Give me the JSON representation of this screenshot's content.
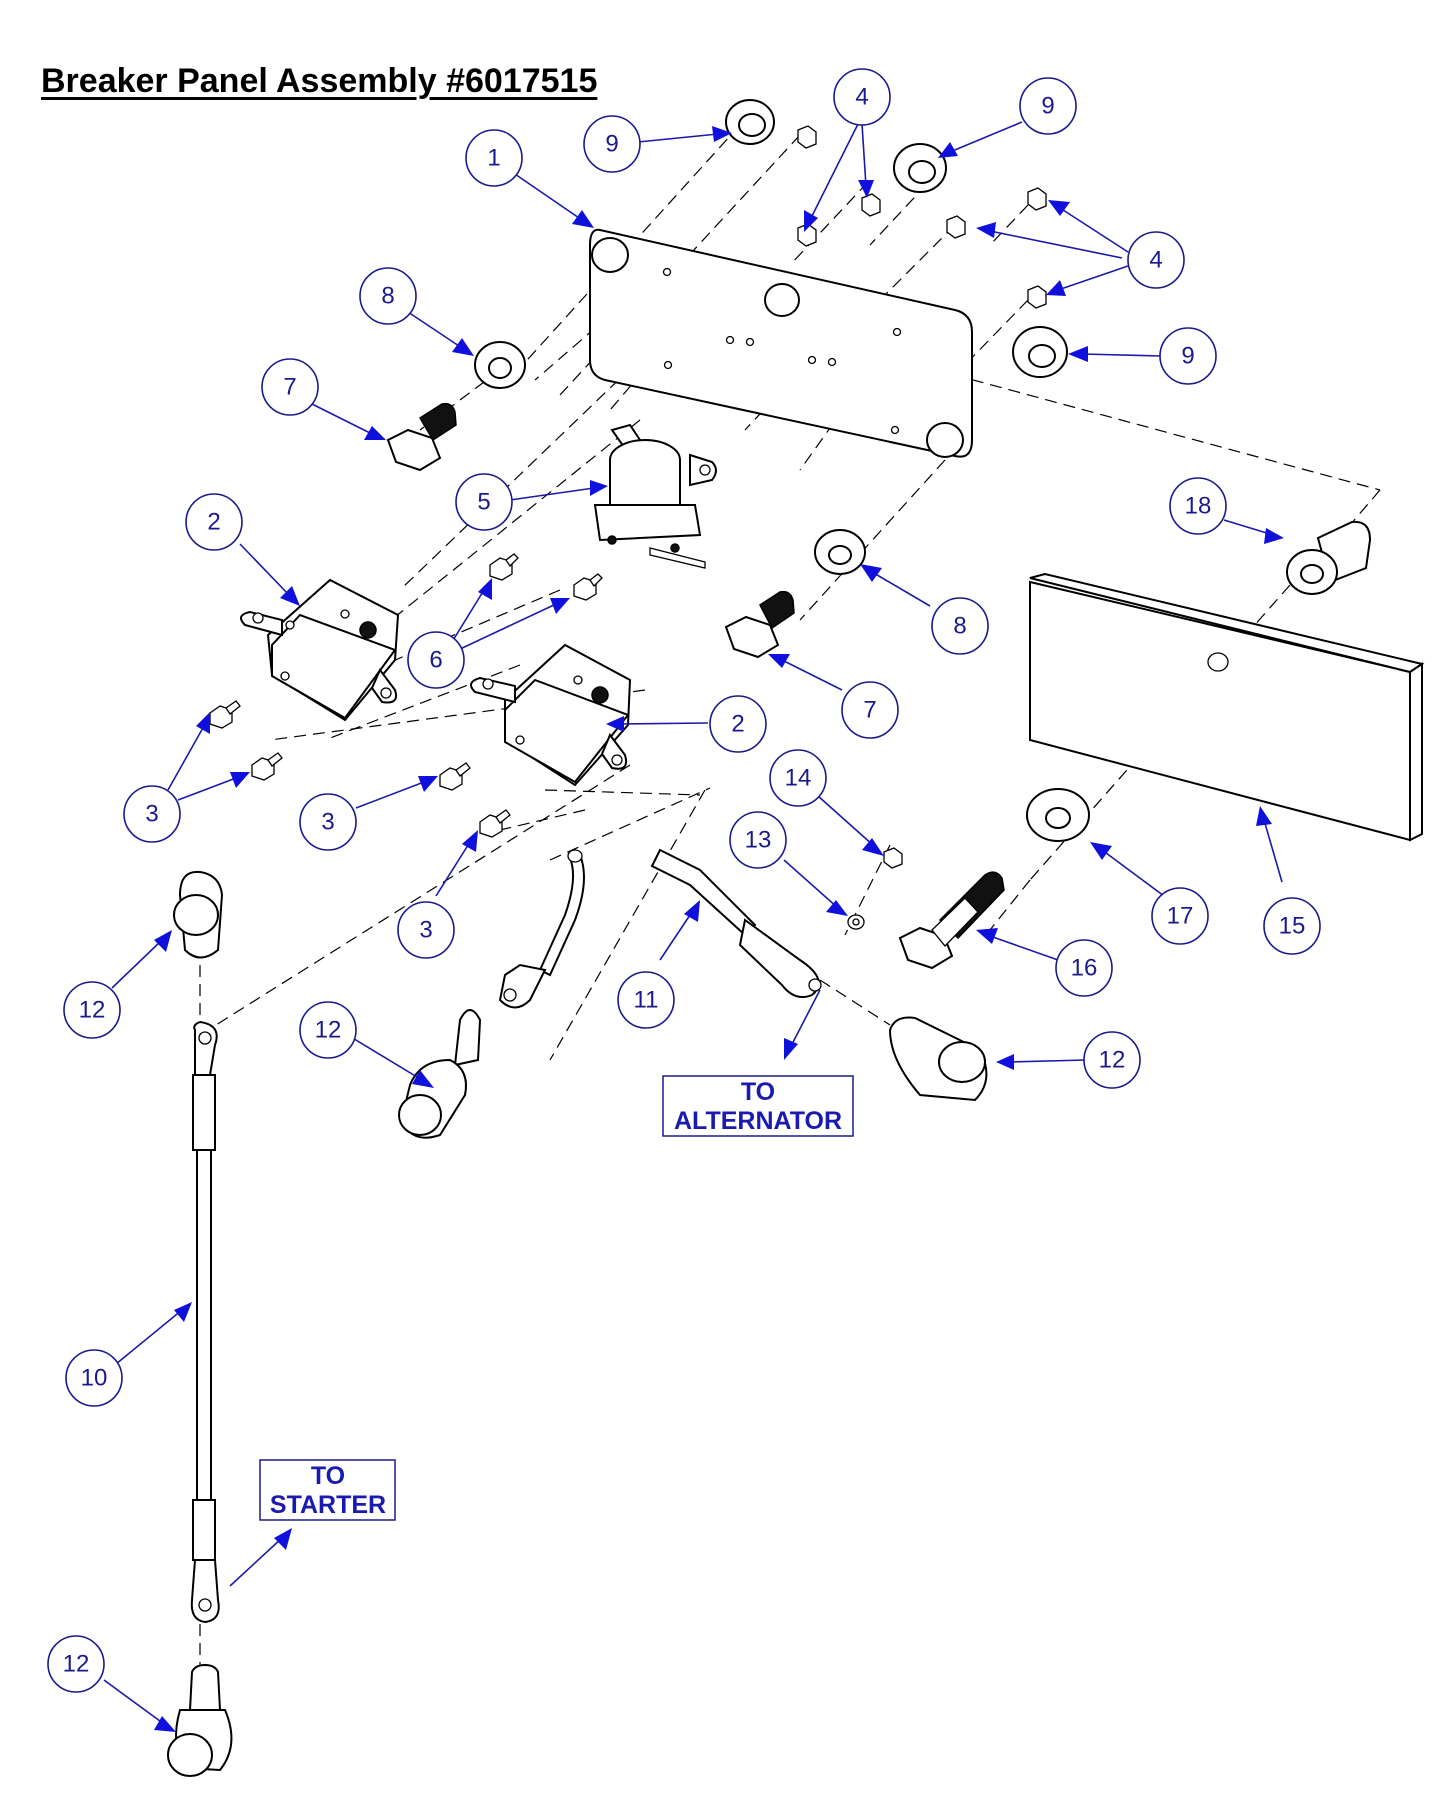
{
  "title": "Breaker Panel Assembly #6017515",
  "callouts": [
    "1",
    "2",
    "2",
    "3",
    "3",
    "3",
    "4",
    "4",
    "5",
    "6",
    "7",
    "7",
    "8",
    "8",
    "9",
    "9",
    "9",
    "10",
    "11",
    "12",
    "12",
    "12",
    "12",
    "13",
    "14",
    "15",
    "16",
    "17",
    "18"
  ],
  "notes": {
    "alternator": [
      "TO",
      "ALTERNATOR"
    ],
    "starter": [
      "TO",
      "STARTER"
    ]
  },
  "colors": {
    "callout_text": "#1a1a8c",
    "leader_arrow": "#1010dd",
    "note_text": "#1a1ab0",
    "line_art": "#000000"
  }
}
